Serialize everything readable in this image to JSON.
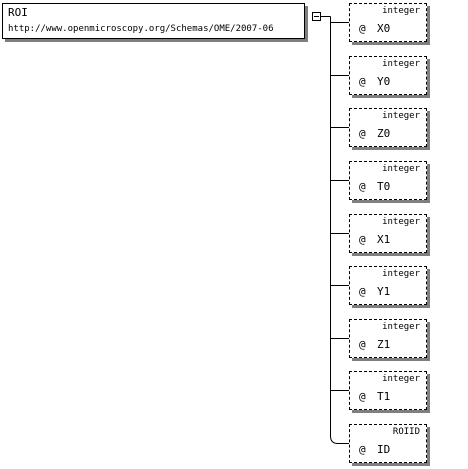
{
  "element": {
    "name": "ROI",
    "namespace": "http://www.openmicroscopy.org/Schemas/OME/2007-06"
  },
  "attributes": [
    {
      "symbol": "@",
      "name": "X0",
      "type": "integer"
    },
    {
      "symbol": "@",
      "name": "Y0",
      "type": "integer"
    },
    {
      "symbol": "@",
      "name": "Z0",
      "type": "integer"
    },
    {
      "symbol": "@",
      "name": "T0",
      "type": "integer"
    },
    {
      "symbol": "@",
      "name": "X1",
      "type": "integer"
    },
    {
      "symbol": "@",
      "name": "Y1",
      "type": "integer"
    },
    {
      "symbol": "@",
      "name": "Z1",
      "type": "integer"
    },
    {
      "symbol": "@",
      "name": "T1",
      "type": "integer"
    },
    {
      "symbol": "@",
      "name": "ID",
      "type": "ROIID"
    }
  ],
  "colors": {
    "line": "#000000",
    "shadow": "#7f7f7f",
    "background": "#ffffff"
  }
}
